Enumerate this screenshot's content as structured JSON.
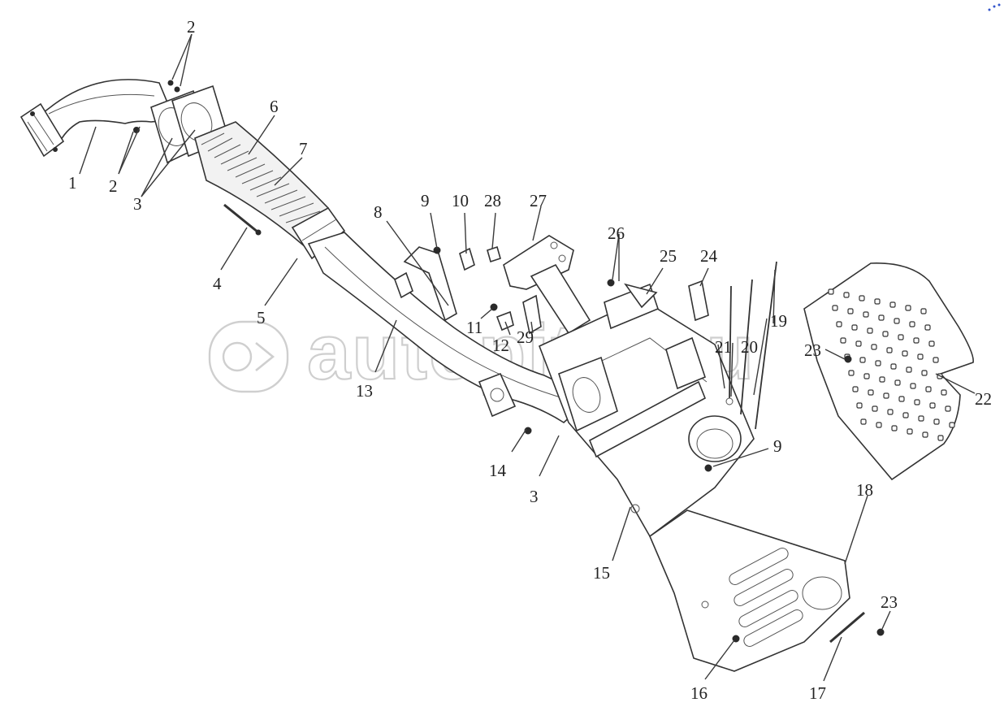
{
  "diagram": {
    "watermark": {
      "text": "autopiter.ru"
    },
    "labels": [
      {
        "id": "l1",
        "text": "1"
      },
      {
        "id": "l2a",
        "text": "2"
      },
      {
        "id": "l2b",
        "text": "2"
      },
      {
        "id": "l3a",
        "text": "3"
      },
      {
        "id": "l3b",
        "text": "3"
      },
      {
        "id": "l4",
        "text": "4"
      },
      {
        "id": "l5",
        "text": "5"
      },
      {
        "id": "l6",
        "text": "6"
      },
      {
        "id": "l7",
        "text": "7"
      },
      {
        "id": "l8",
        "text": "8"
      },
      {
        "id": "l9a",
        "text": "9"
      },
      {
        "id": "l9b",
        "text": "9"
      },
      {
        "id": "l10",
        "text": "10"
      },
      {
        "id": "l11",
        "text": "11"
      },
      {
        "id": "l12",
        "text": "12"
      },
      {
        "id": "l13",
        "text": "13"
      },
      {
        "id": "l14",
        "text": "14"
      },
      {
        "id": "l15",
        "text": "15"
      },
      {
        "id": "l16",
        "text": "16"
      },
      {
        "id": "l17",
        "text": "17"
      },
      {
        "id": "l18",
        "text": "18"
      },
      {
        "id": "l19",
        "text": "19"
      },
      {
        "id": "l20",
        "text": "20"
      },
      {
        "id": "l21",
        "text": "21"
      },
      {
        "id": "l22",
        "text": "22"
      },
      {
        "id": "l23a",
        "text": "23"
      },
      {
        "id": "l23b",
        "text": "23"
      },
      {
        "id": "l24",
        "text": "24"
      },
      {
        "id": "l25",
        "text": "25"
      },
      {
        "id": "l26",
        "text": "26"
      },
      {
        "id": "l27",
        "text": "27"
      },
      {
        "id": "l28",
        "text": "28"
      },
      {
        "id": "l29",
        "text": "29"
      }
    ]
  }
}
